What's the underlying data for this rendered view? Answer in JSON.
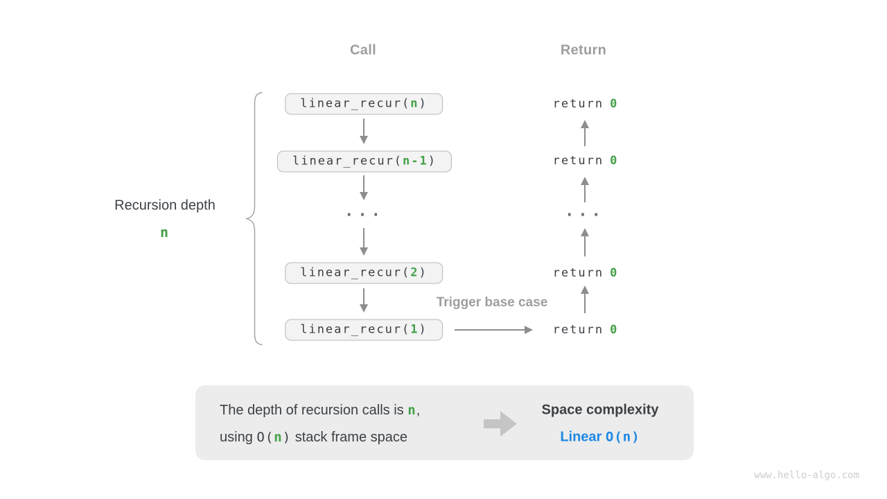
{
  "headers": {
    "call": "Call",
    "return": "Return"
  },
  "stack": {
    "fn_prefix": "linear_recur(",
    "fn_close": ")",
    "args": [
      "n",
      "n-1",
      "2",
      "1"
    ],
    "ellipsis": "...",
    "ret_keyword": "return",
    "ret_value": "0"
  },
  "labels": {
    "recursion_depth": "Recursion depth",
    "depth_value": "n",
    "trigger": "Trigger base case"
  },
  "summary": {
    "line1_text": "The depth of recursion calls is ",
    "line1_var": "n",
    "line1_tail": ",",
    "line2_head": "using ",
    "line2_open": "O(",
    "line2_var": "n",
    "line2_close": ")",
    "line2_tail": " stack frame space",
    "result_title": "Space complexity",
    "result_prefix": "Linear ",
    "result_open": "O(",
    "result_var": "n",
    "result_close": ")"
  },
  "watermark": "www.hello-algo.com",
  "colors": {
    "green": "#43a047",
    "blue": "#1e88e5",
    "gray_label": "#9e9e9e",
    "arrow_gray": "#8e8e8e",
    "box_bg": "#f3f3f3",
    "box_border": "#b8b8b8",
    "panel_bg": "#ececec",
    "code_text": "#3b4045"
  }
}
